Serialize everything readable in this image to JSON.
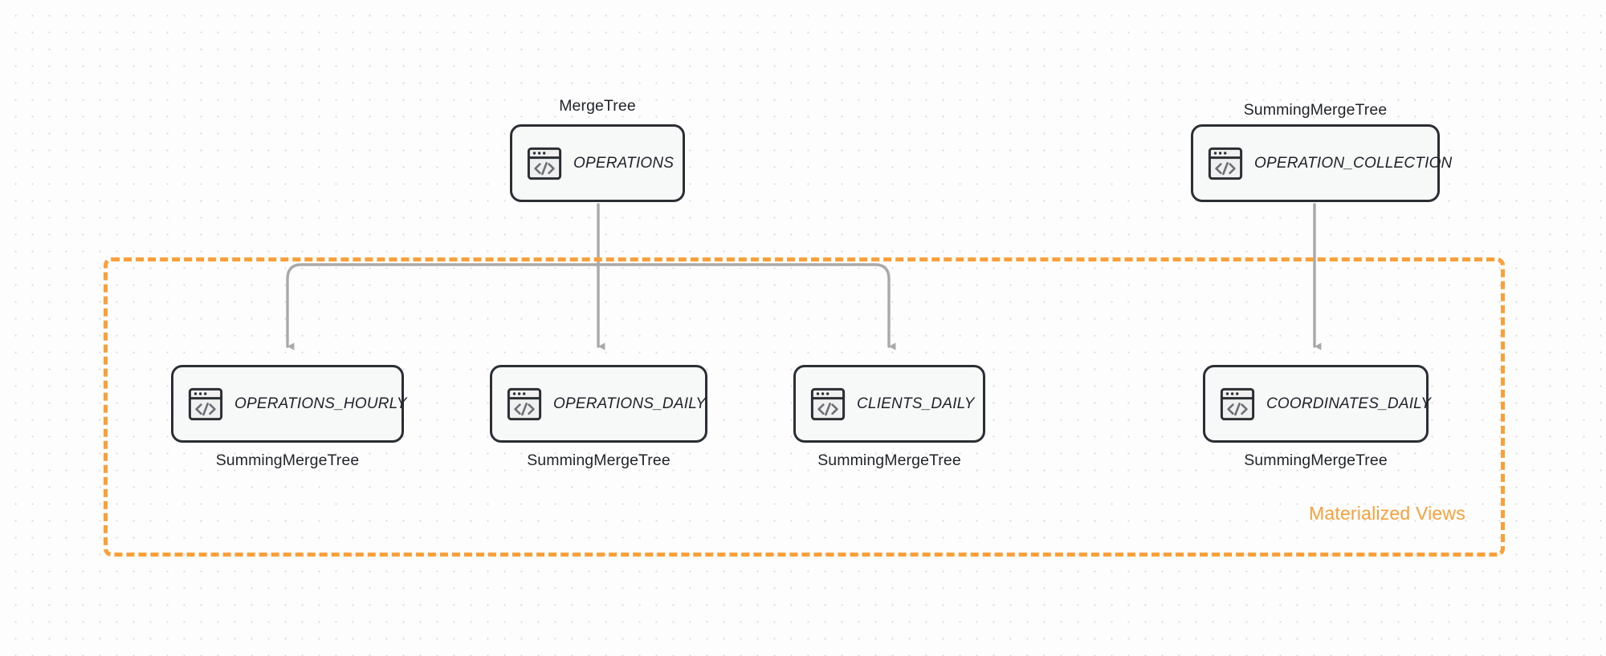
{
  "diagram": {
    "title": "ClickHouse table and materialized view topology",
    "background": "#fdfdfd",
    "colors": {
      "accent_orange": "#f9a03b",
      "node_border": "#2b2f33",
      "node_fill": "#f7f8f8",
      "connector": "#a9a9a9",
      "text": "#1f2328"
    },
    "group": {
      "label": "Materialized Views",
      "style": "dashed",
      "color": "#f9a03b"
    },
    "source_nodes": [
      {
        "id": "operations",
        "label": "OPERATIONS",
        "engine": "MergeTree",
        "engine_position": "above",
        "icon": "code-window-icon"
      },
      {
        "id": "operation_collection",
        "label": "OPERATION_COLLECTION",
        "engine": "SummingMergeTree",
        "engine_position": "above",
        "icon": "code-window-icon"
      }
    ],
    "view_nodes": [
      {
        "id": "operations_hourly",
        "label": "OPERATIONS_HOURLY",
        "engine": "SummingMergeTree",
        "engine_position": "below",
        "icon": "code-window-icon"
      },
      {
        "id": "operations_daily",
        "label": "OPERATIONS_DAILY",
        "engine": "SummingMergeTree",
        "engine_position": "below",
        "icon": "code-window-icon"
      },
      {
        "id": "clients_daily",
        "label": "CLIENTS_DAILY",
        "engine": "SummingMergeTree",
        "engine_position": "below",
        "icon": "code-window-icon"
      },
      {
        "id": "coordinates_daily",
        "label": "COORDINATES_DAILY",
        "engine": "SummingMergeTree",
        "engine_position": "below",
        "icon": "code-window-icon"
      }
    ],
    "edges": [
      {
        "from": "operations",
        "to": "operations_hourly"
      },
      {
        "from": "operations",
        "to": "operations_daily"
      },
      {
        "from": "operations",
        "to": "clients_daily"
      },
      {
        "from": "operation_collection",
        "to": "coordinates_daily"
      }
    ]
  }
}
